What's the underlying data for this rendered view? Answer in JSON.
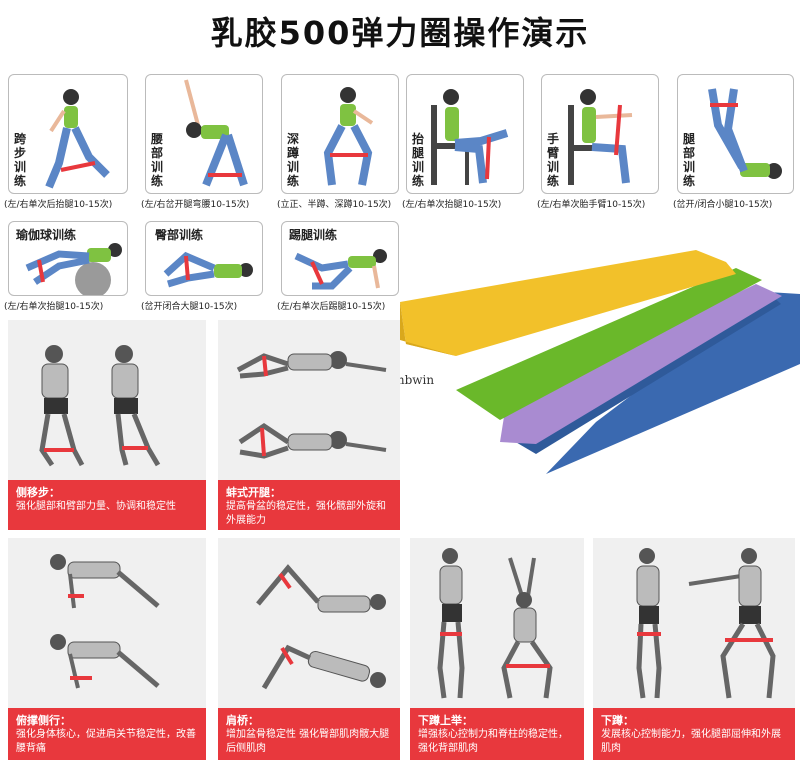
{
  "title": "乳胶500弹力圈操作演示",
  "brand": "Numbwin",
  "colors": {
    "band_red": "#e8383d",
    "band_yellow": "#f2c12a",
    "band_green": "#6ab82a",
    "band_purple": "#a98bd1",
    "band_blue": "#3a69b0"
  },
  "cards": [
    {
      "label": "跨步训练",
      "caption": "(左/右单次后抬腿10-15次)"
    },
    {
      "label": "腰部训练",
      "caption": "(左/右岔开腿弯腰10-15次)"
    },
    {
      "label": "深蹲训练",
      "caption": "(立正、半蹲、深蹲10-15次)"
    },
    {
      "label": "抬腿训练",
      "caption": "(左/右单次抬腿10-15次)"
    },
    {
      "label": "手臂训练",
      "caption": "(左/右单次胎手臂10-15次)"
    },
    {
      "label": "腿部训练",
      "caption": "(岔开/闭合小腿10-15次)"
    },
    {
      "label": "瑜伽球训练",
      "caption": "(左/右单次抬腿10-15次)"
    },
    {
      "label": "臀部训练",
      "caption": "(岔开闭合大腿10-15次)"
    },
    {
      "label": "踢腿训练",
      "caption": "(左/右单次后踢腿10-15次)"
    }
  ],
  "panels": [
    {
      "heading": "侧移步：",
      "desc": "强化腿部和臂部力量、协调和稳定性"
    },
    {
      "heading": "蚌式开腿：",
      "desc": "提高骨盆的稳定性，强化髋部外旋和外展能力"
    },
    {
      "heading": "俯撑侧行：",
      "desc": "强化身体核心，促进肩关节稳定性，改善腰背痛"
    },
    {
      "heading": "肩桥：",
      "desc": "增加盆骨稳定性 强化臀部肌肉髋大腿后侧肌肉"
    },
    {
      "heading": "下蹲上举：",
      "desc": "增强核心控制力和脊柱的稳定性，强化背部肌肉"
    },
    {
      "heading": "下蹲：",
      "desc": "发展核心控制能力，强化腿部屈伸和外展肌肉"
    }
  ]
}
